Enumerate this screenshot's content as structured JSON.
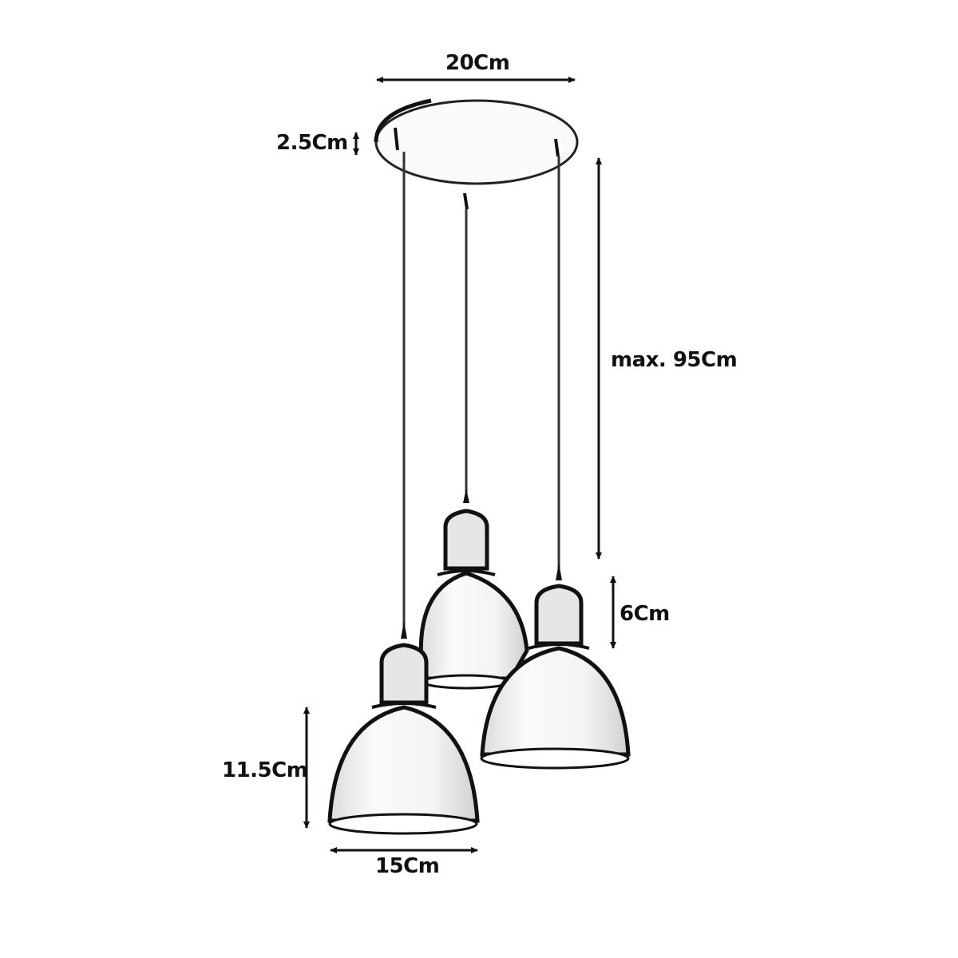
{
  "diagram": {
    "subject": "three-light pendant lamp with round ceiling canopy",
    "colors": {
      "line": "#111111",
      "background": "#ffffff",
      "shade_fill": "#f2f2f2"
    },
    "dimensions": {
      "canopy_diameter": {
        "label": "20Cm",
        "orientation": "horizontal"
      },
      "canopy_height": {
        "label": "2.5Cm",
        "orientation": "vertical"
      },
      "cable_length": {
        "label": "max. 95Cm",
        "orientation": "vertical"
      },
      "lamp_holder_height": {
        "label": "6Cm",
        "orientation": "vertical"
      },
      "shade_height": {
        "label": "11.5Cm",
        "orientation": "vertical"
      },
      "shade_diameter": {
        "label": "15Cm",
        "orientation": "horizontal"
      }
    },
    "components": [
      "ceiling-canopy",
      "cable-left",
      "cable-center",
      "cable-right",
      "pendant-center",
      "pendant-right",
      "pendant-left"
    ]
  }
}
